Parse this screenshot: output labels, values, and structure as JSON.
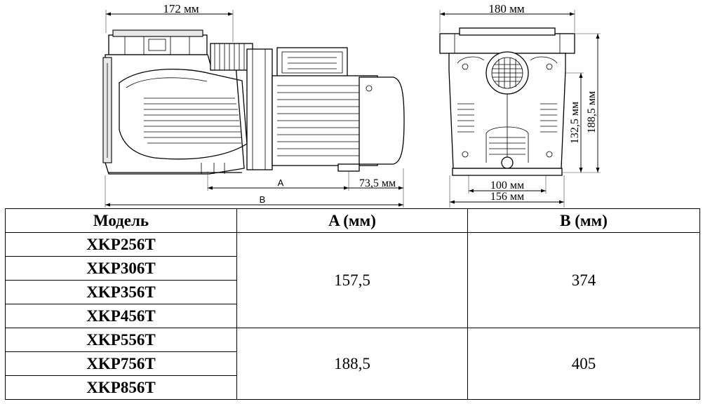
{
  "dimensions": {
    "side_width": "172 мм",
    "front_width": "180 мм",
    "dim_a_label": "A",
    "dim_b_label": "B",
    "foot_offset": "73,5 мм",
    "front_inner_base": "100 мм",
    "front_outer_base": "156 мм",
    "front_axis_height": "132,5 мм",
    "front_total_height": "188,5 мм"
  },
  "table": {
    "headers": {
      "model": "Модель",
      "a": "A (мм)",
      "b": "B (мм)"
    },
    "groups": [
      {
        "models": [
          "XKP256T",
          "XKP306T",
          "XKP356T",
          "XKP456T"
        ],
        "a": "157,5",
        "b": "374"
      },
      {
        "models": [
          "XKP556T",
          "XKP756T",
          "XKP856T"
        ],
        "a": "188,5",
        "b": "405"
      }
    ]
  }
}
